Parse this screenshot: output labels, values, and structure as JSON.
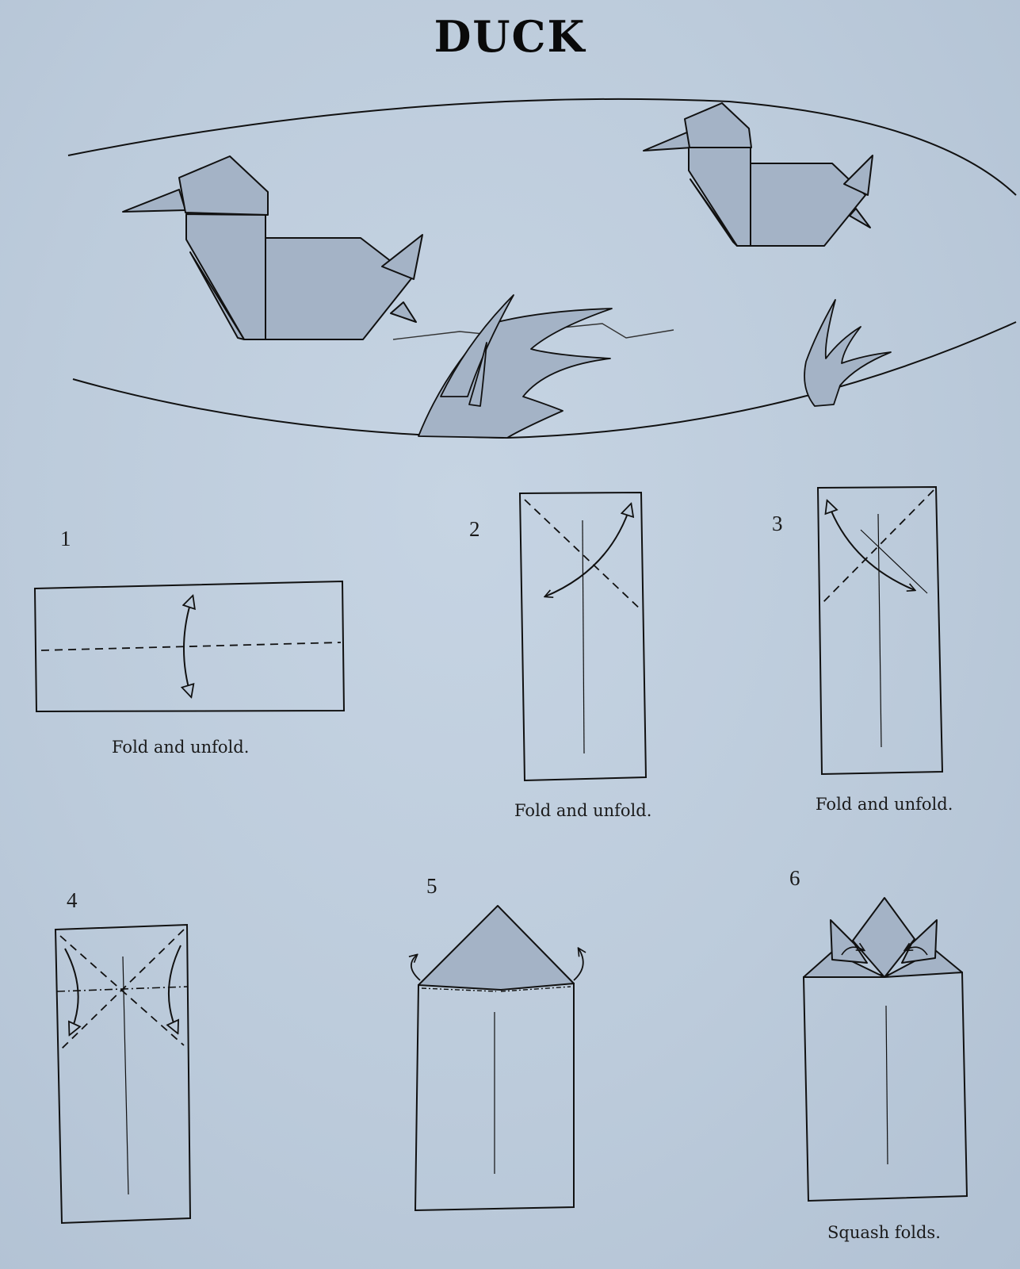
{
  "title": "DUCK",
  "colors": {
    "paper": "#bccbdb",
    "fill": "#a4b3c6",
    "ink": "#111111"
  },
  "steps": [
    {
      "number": "1",
      "caption": "Fold and unfold."
    },
    {
      "number": "2",
      "caption": "Fold and unfold."
    },
    {
      "number": "3",
      "caption": "Fold and unfold."
    },
    {
      "number": "4",
      "caption": ""
    },
    {
      "number": "5",
      "caption": ""
    },
    {
      "number": "6",
      "caption": "Squash folds."
    }
  ]
}
